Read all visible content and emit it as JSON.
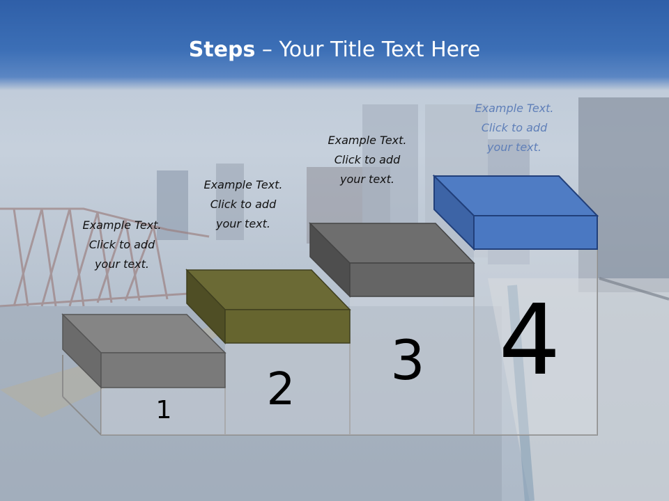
{
  "title": {
    "bold": "Steps",
    "rest": " – Your Title Text Here"
  },
  "steps": [
    {
      "number": "1",
      "caption": [
        "Example Text.",
        "Click  to add",
        "your text."
      ],
      "color": "#7f7f7f"
    },
    {
      "number": "2",
      "caption": [
        "Example Text.",
        "Click  to add",
        "your text."
      ],
      "color": "#6b6a35"
    },
    {
      "number": "3",
      "caption": [
        "Example Text.",
        "Click  to add",
        "your text."
      ],
      "color": "#6a6a6a"
    },
    {
      "number": "4",
      "caption": [
        "Example Text.",
        "Click  to add",
        "your text."
      ],
      "color": "#4f7cc4"
    }
  ]
}
